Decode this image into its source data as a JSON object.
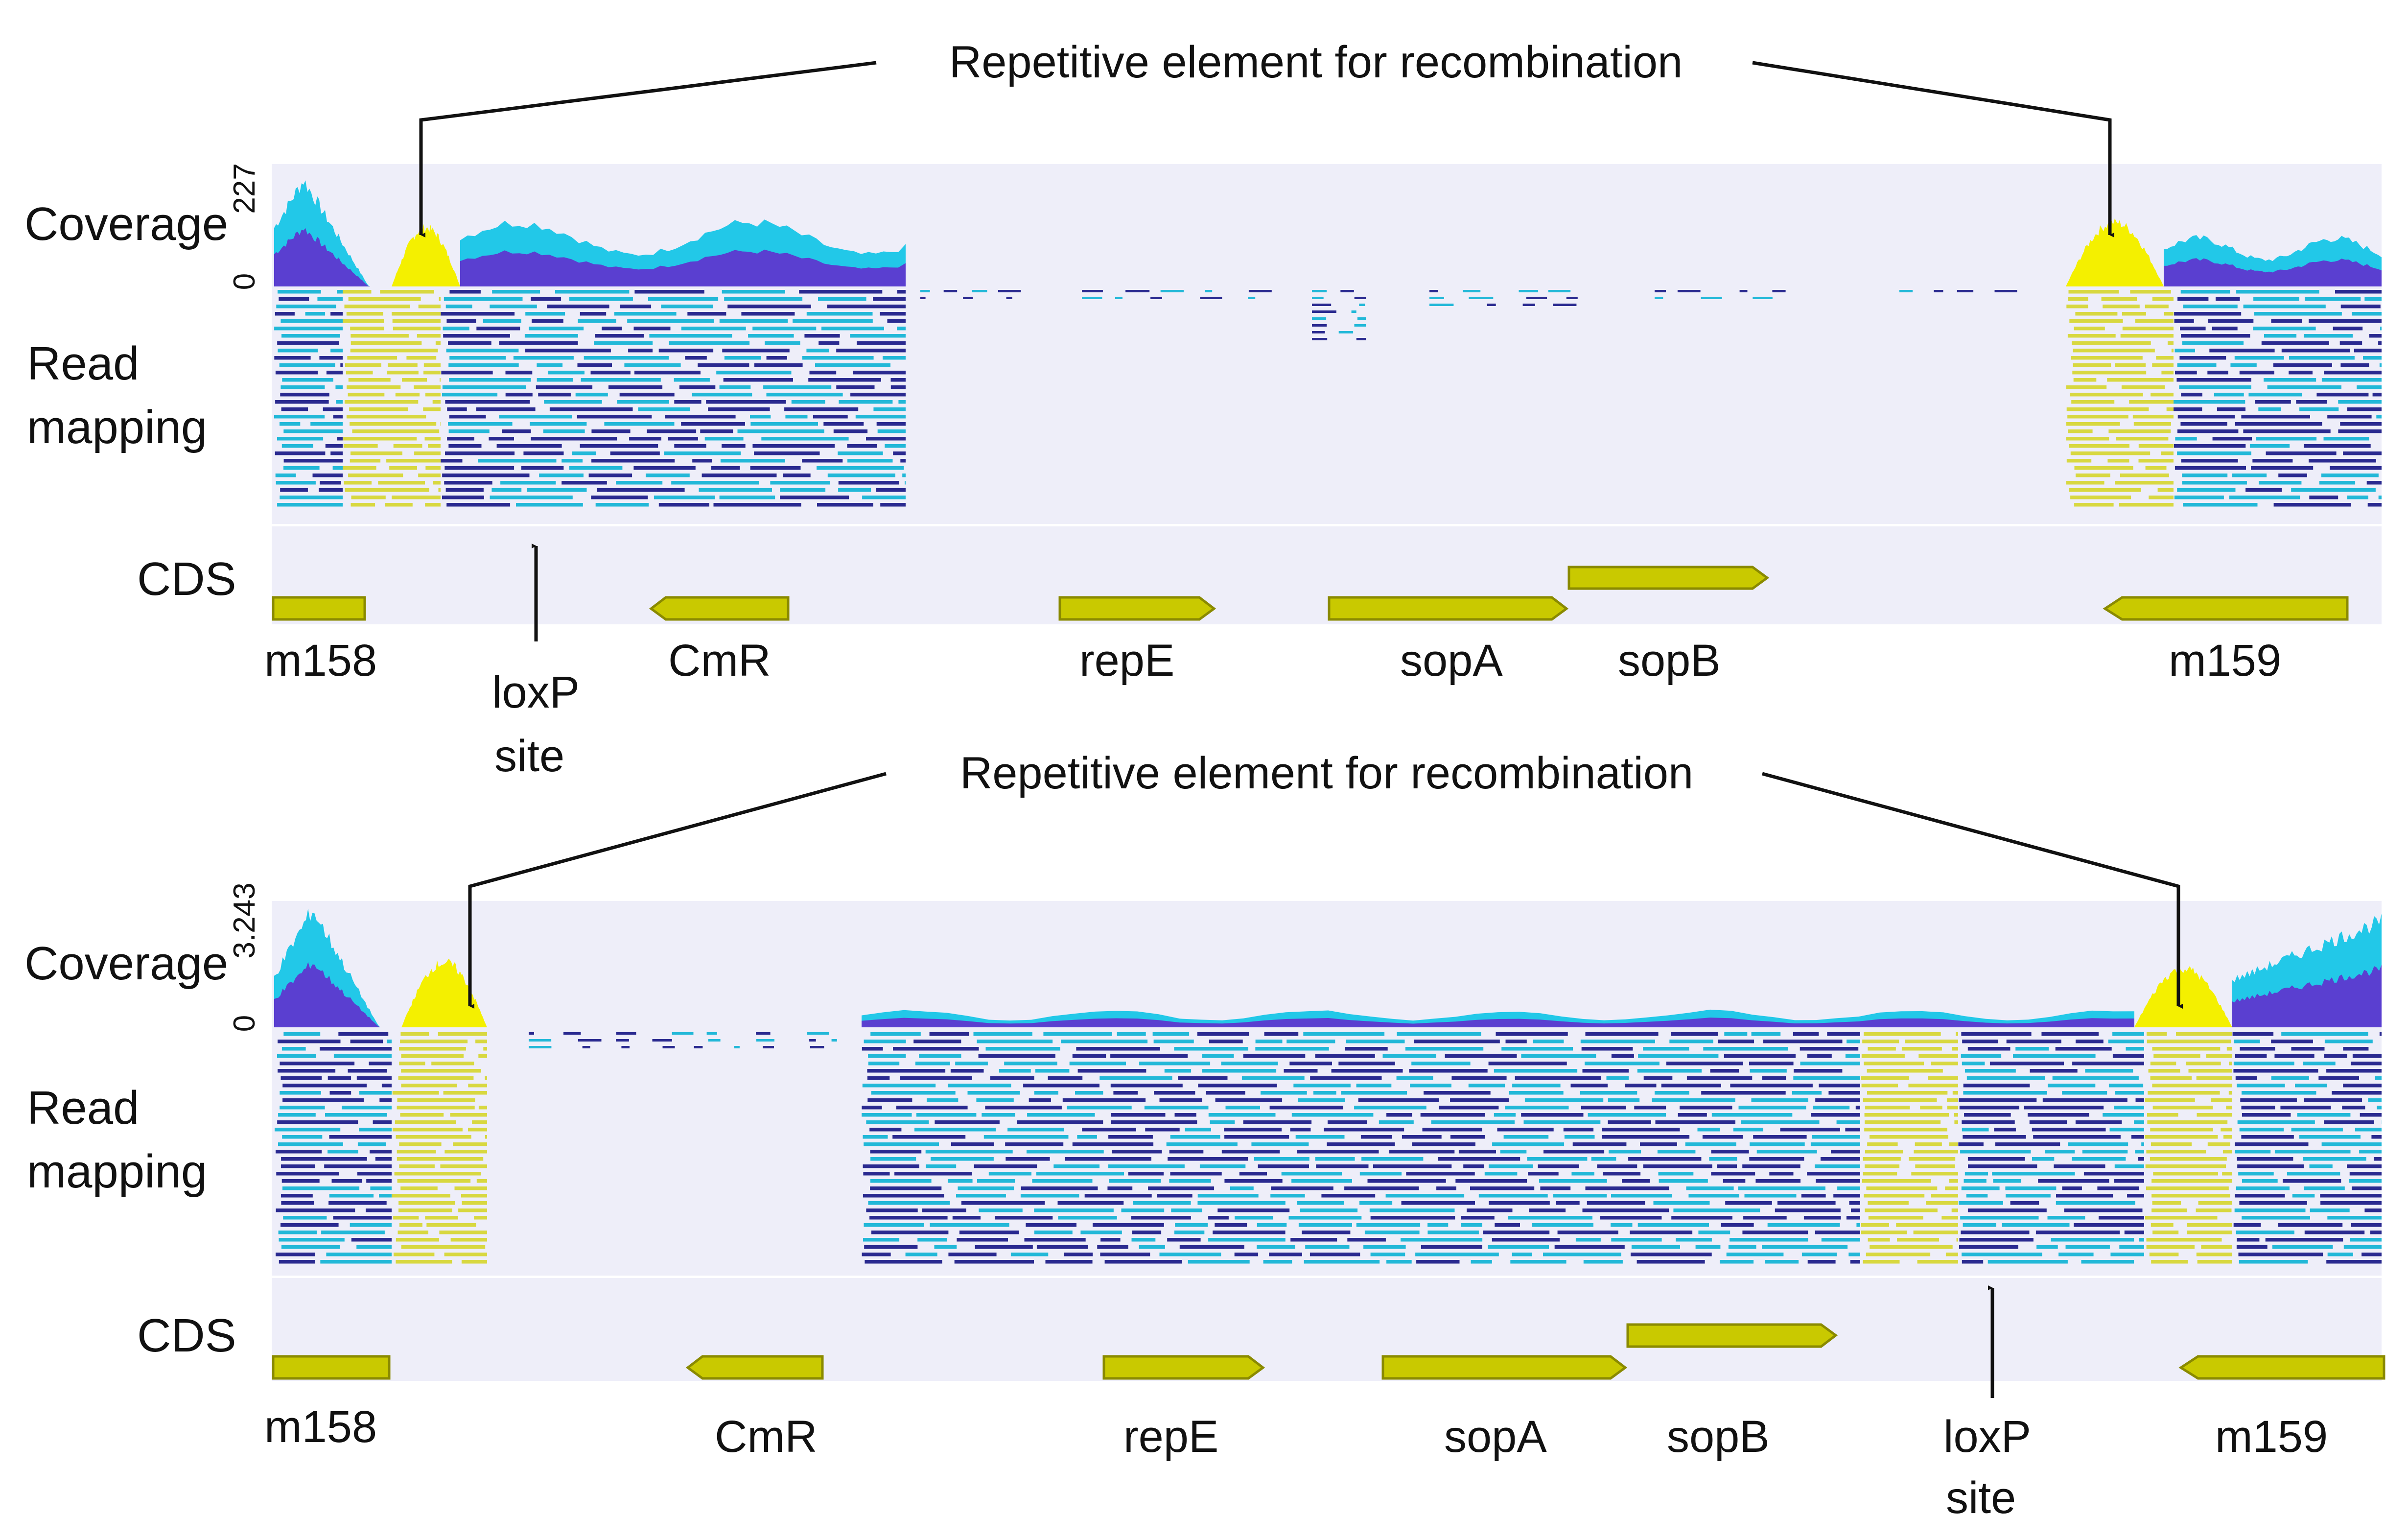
{
  "panels": [
    {
      "annotation": "Repetitive element for recombination",
      "coverage_label": "Coverage",
      "coverage_max": "227",
      "coverage_min": "0",
      "read_label_line1": "Read",
      "read_label_line2": "mapping",
      "cds_label": "CDS",
      "genes": {
        "m158": "m158",
        "cmr": "CmR",
        "repe": "repE",
        "sopa": "sopA",
        "sopb": "sopB",
        "m159": "m159"
      },
      "loxp_line1": "loxP",
      "loxp_line2": "site"
    },
    {
      "annotation": "Repetitive element for recombination",
      "coverage_label": "Coverage",
      "coverage_max": "3.243",
      "coverage_min": "0",
      "read_label_line1": "Read",
      "read_label_line2": "mapping",
      "cds_label": "CDS",
      "genes": {
        "m158": "m158",
        "cmr": "CmR",
        "repe": "repE",
        "sopa": "sopA",
        "sopb": "sopB",
        "m159": "m159"
      },
      "loxp_line1": "loxP",
      "loxp_line2": "site"
    }
  ],
  "colors": {
    "track_bg": "#eeeef9",
    "cds_fill": "#c9c900",
    "cds_stroke": "#8a8a00",
    "coverage_blue": "#5a3fd0",
    "coverage_cyan": "#22c8e8",
    "coverage_yellow": "#f4f000",
    "read_navy": "#2a2a90",
    "read_cyan": "#22b8d8",
    "read_yellow": "#d8d840"
  }
}
